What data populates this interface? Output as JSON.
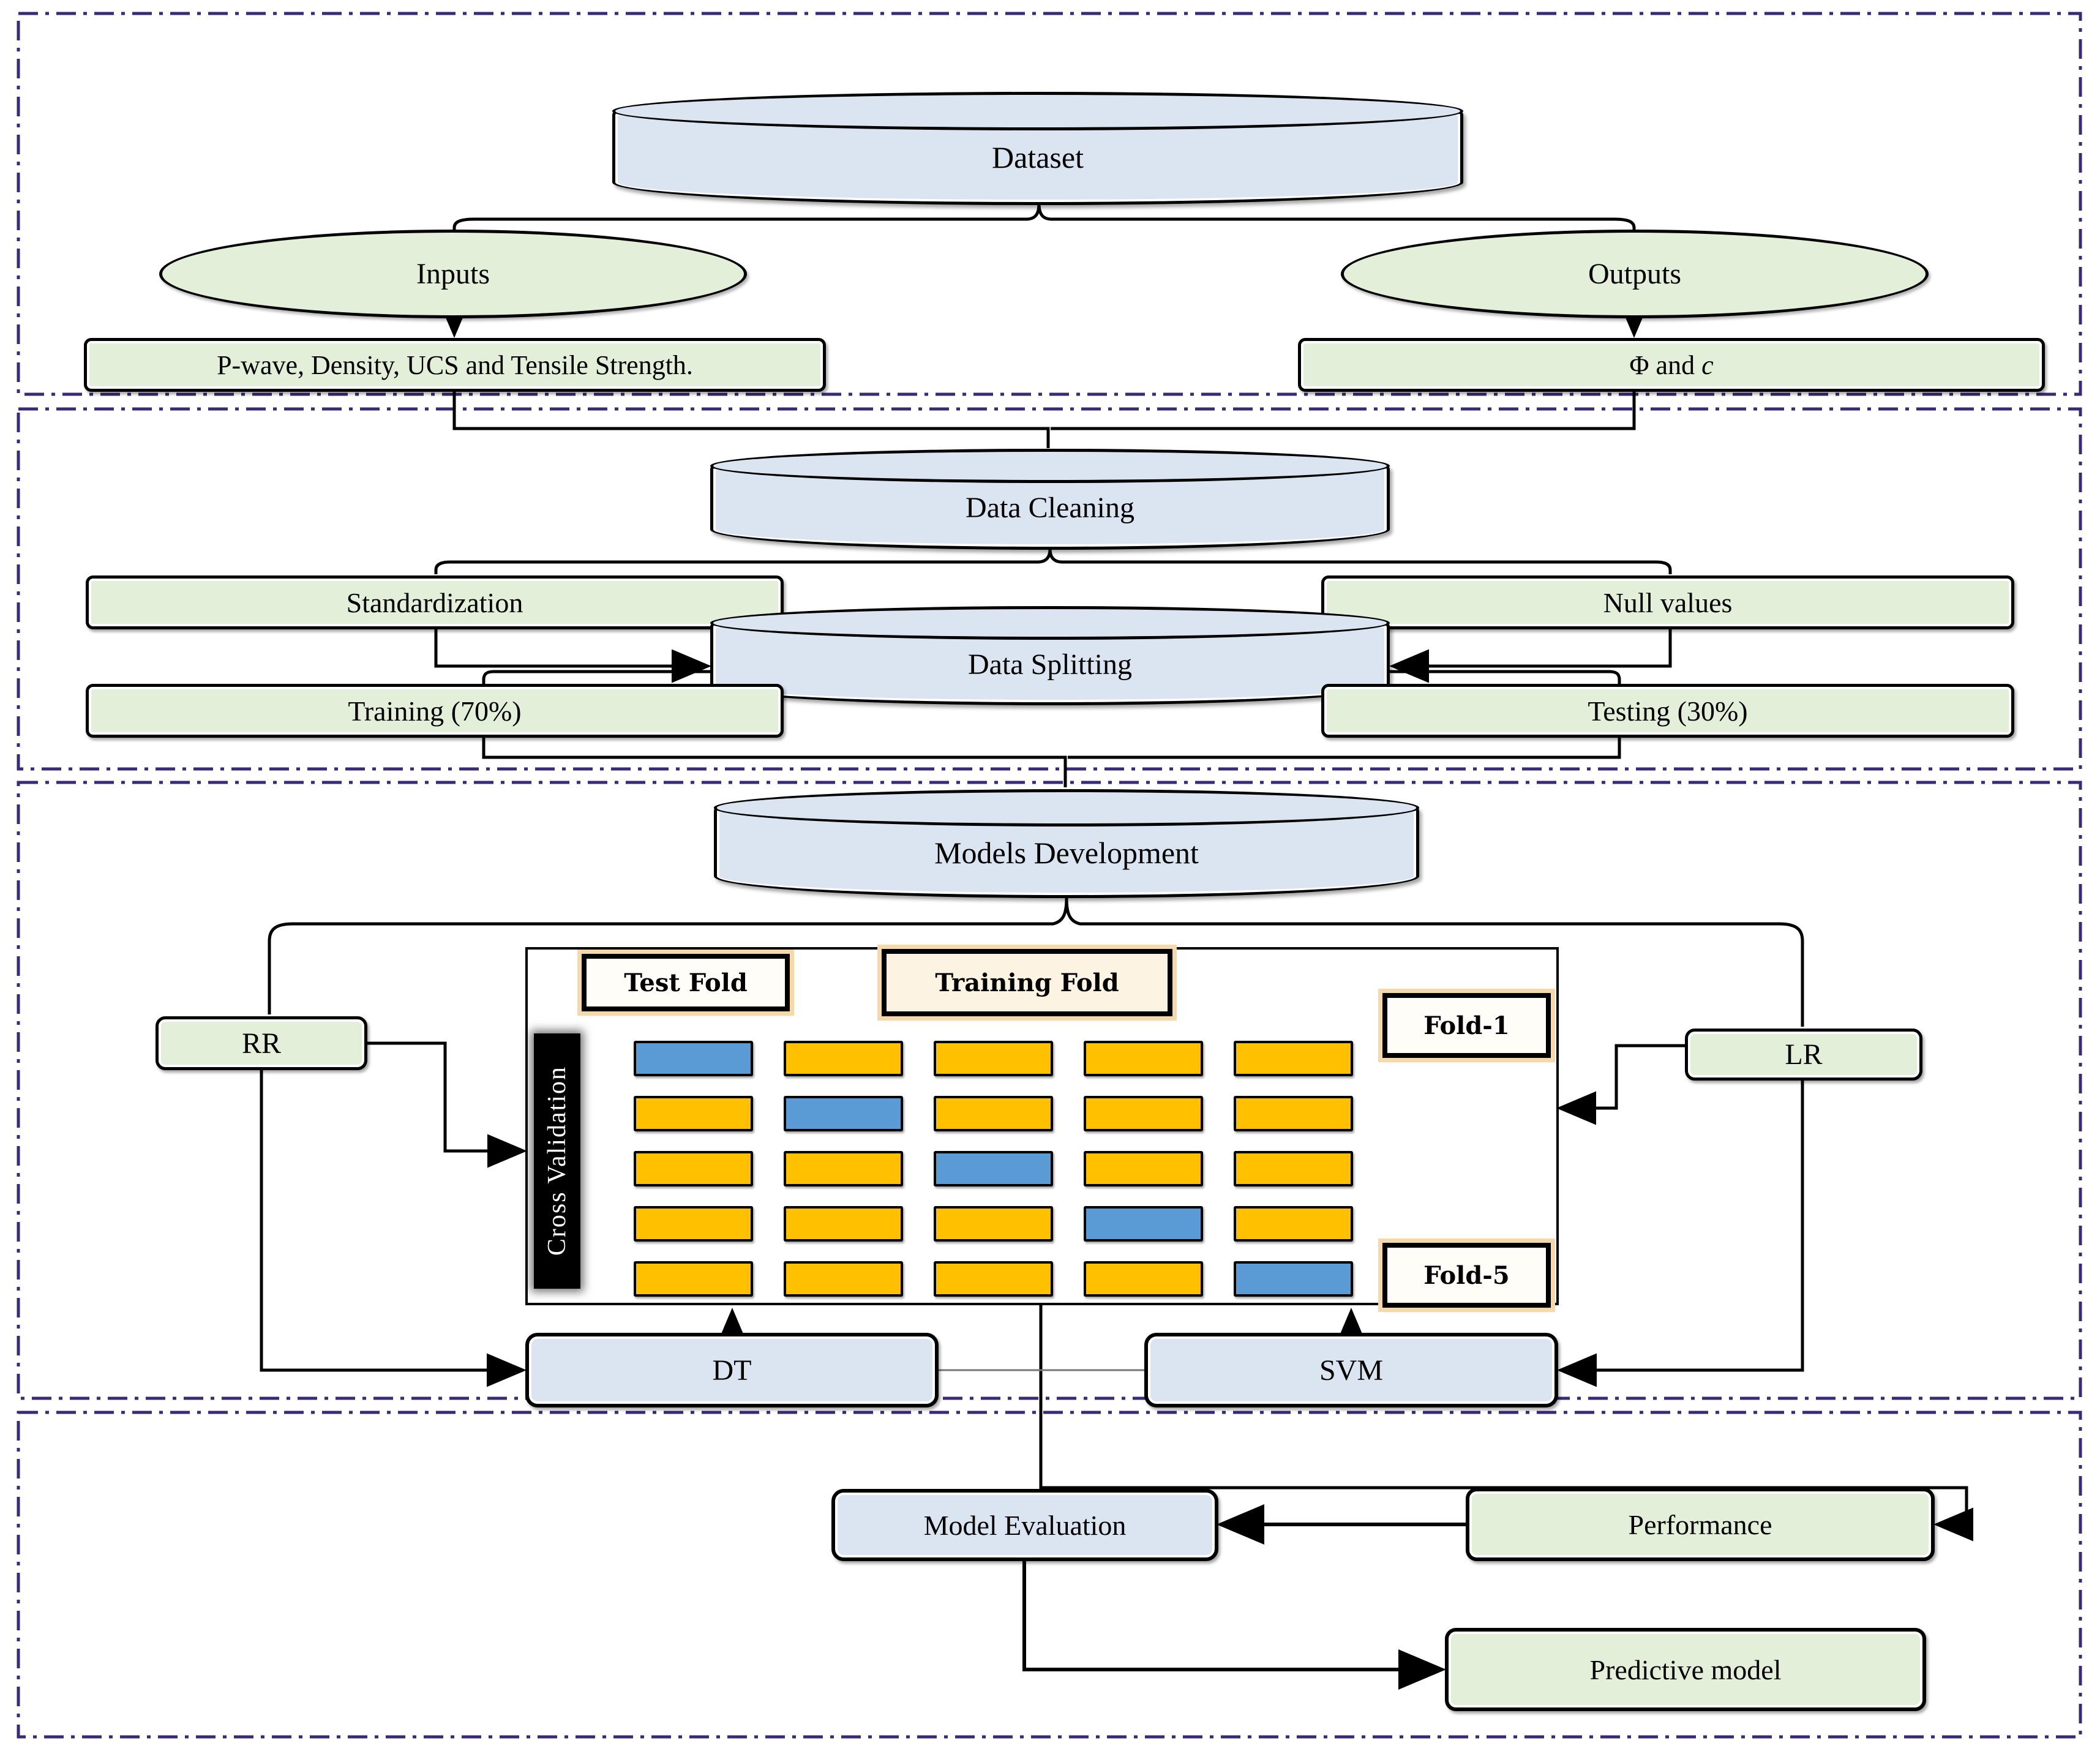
{
  "nodes": {
    "dataset": "Dataset",
    "inputs": "Inputs",
    "outputs": "Outputs",
    "inputs_detail": "P-wave, Density, UCS and Tensile Strength.",
    "outputs_detail_prefix": "Φ and ",
    "outputs_detail_symbol": "c",
    "data_cleaning": "Data Cleaning",
    "standardization": "Standardization",
    "null_values": "Null values",
    "data_splitting": "Data Splitting",
    "training": "Training (70%)",
    "testing": "Testing (30%)",
    "models_development": "Models Development",
    "rr": "RR",
    "lr": "LR",
    "dt": "DT",
    "svm": "SVM",
    "model_evaluation": "Model Evaluation",
    "performance": "Performance",
    "predictive_model": "Predictive model"
  },
  "cross_validation": {
    "title": "Cross Validation",
    "test_fold_label": "Test Fold",
    "training_fold_label": "Training Fold",
    "fold_first": "Fold-1",
    "fold_last": "Fold-5",
    "grid": {
      "rows": 5,
      "cols": 5,
      "test_col_per_row": [
        0,
        1,
        2,
        3,
        4
      ]
    }
  },
  "theme": {
    "blue": "#dbe5f1",
    "green": "#e4efda",
    "train": "#FFC000",
    "test": "#5B9BD5",
    "glow": "#f6d9ab",
    "section_border": "#392a75",
    "line": "#000000"
  }
}
